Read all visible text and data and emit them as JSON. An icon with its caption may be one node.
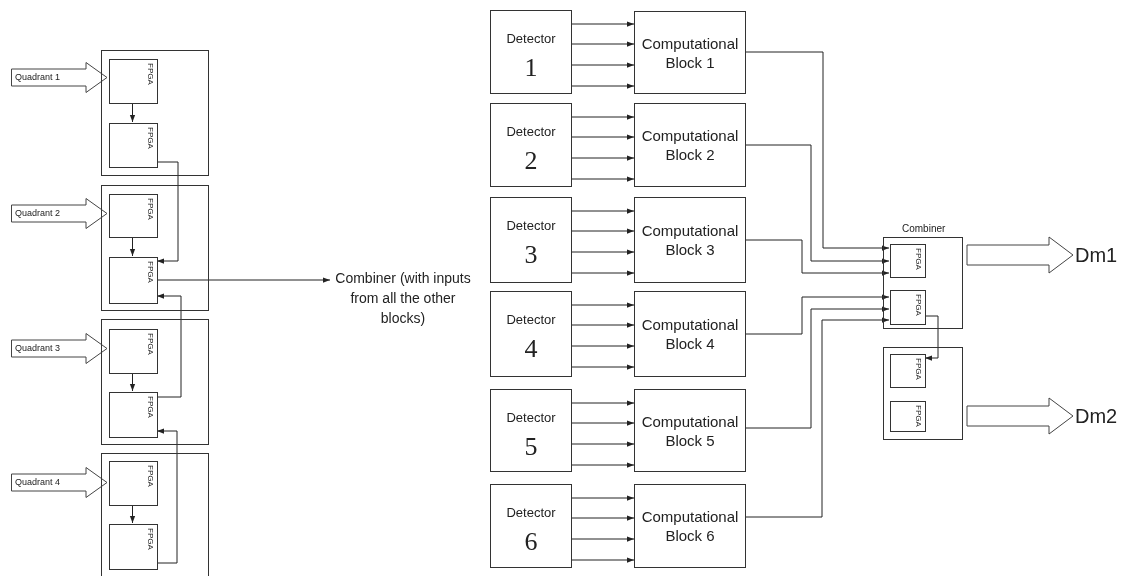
{
  "diagram": {
    "nodes": [
      {
        "text": [
          "Quadrant 1"
        ]
      },
      {
        "text": [],
        "shape": "box"
      },
      {
        "text": [
          "FPGA"
        ],
        "in": 1
      },
      {
        "text": [
          "FPGA"
        ],
        "in": 1
      },
      {
        "text": [
          "Quadrant 2"
        ]
      },
      {
        "text": [],
        "shape": "box"
      },
      {
        "text": [
          "FPGA"
        ],
        "in": 5
      },
      {
        "text": [
          "FPGA"
        ],
        "in": 5
      },
      {
        "text": [
          "Quadrant 3"
        ]
      },
      {
        "text": [],
        "shape": "box"
      },
      {
        "text": [
          "FPGA"
        ],
        "in": 9
      },
      {
        "text": [
          "FPGA"
        ],
        "in": 9
      },
      {
        "text": [
          "Quadrant 4"
        ]
      },
      {
        "text": [],
        "shape": "box"
      },
      {
        "text": [
          "FPGA"
        ],
        "in": 13
      },
      {
        "text": [
          "FPGA"
        ],
        "in": 13
      },
      {
        "text": [
          "Combiner (with inputs from all the other blocks)"
        ]
      },
      {
        "text": [
          "Detector",
          "1"
        ]
      },
      {
        "text": [
          "Computational Block 1"
        ]
      },
      {
        "text": [
          "Detector",
          "2"
        ]
      },
      {
        "text": [
          "Computational Block 2"
        ]
      },
      {
        "text": [
          "Detector",
          "3"
        ]
      },
      {
        "text": [
          "Computational Block 3"
        ]
      },
      {
        "text": [
          "Detector",
          "4"
        ]
      },
      {
        "text": [
          "Computational Block 4"
        ]
      },
      {
        "text": [
          "Detector",
          "5"
        ]
      },
      {
        "text": [
          "Computational Block 5"
        ]
      },
      {
        "text": [
          "Detector",
          "6"
        ]
      },
      {
        "text": [
          "Computational Block 6"
        ]
      },
      {
        "text": [
          "Combiner"
        ]
      },
      {
        "text": [
          "FPGA"
        ],
        "in": 29
      },
      {
        "text": [
          "FPGA"
        ],
        "in": 29
      },
      {
        "text": [],
        "shape": "box"
      },
      {
        "text": [
          "FPGA"
        ],
        "in": 32
      },
      {
        "text": [
          "FPGA"
        ],
        "in": 32
      },
      {
        "text": [
          "Dm1"
        ]
      },
      {
        "text": [
          "Dm2"
        ]
      }
    ],
    "edges": [
      {
        "from": 2,
        "to": 3,
        "arrow": "to"
      },
      {
        "from": 6,
        "to": 7,
        "arrow": "to"
      },
      {
        "from": 10,
        "to": 11,
        "arrow": "to"
      },
      {
        "from": 14,
        "to": 15,
        "arrow": "to"
      },
      {
        "from": 3,
        "to": 7,
        "arrow": "to"
      },
      {
        "from": 11,
        "to": 7,
        "arrow": "to"
      },
      {
        "from": 15,
        "to": 11,
        "arrow": "to"
      },
      {
        "from": 7,
        "to": 16,
        "arrow": "to"
      },
      {
        "from": 17,
        "to": 18,
        "arrow": "to"
      },
      {
        "from": 17,
        "to": 18,
        "arrow": "to"
      },
      {
        "from": 17,
        "to": 18,
        "arrow": "to"
      },
      {
        "from": 17,
        "to": 18,
        "arrow": "to"
      },
      {
        "from": 19,
        "to": 20,
        "arrow": "to"
      },
      {
        "from": 19,
        "to": 20,
        "arrow": "to"
      },
      {
        "from": 19,
        "to": 20,
        "arrow": "to"
      },
      {
        "from": 19,
        "to": 20,
        "arrow": "to"
      },
      {
        "from": 21,
        "to": 22,
        "arrow": "to"
      },
      {
        "from": 21,
        "to": 22,
        "arrow": "to"
      },
      {
        "from": 21,
        "to": 22,
        "arrow": "to"
      },
      {
        "from": 21,
        "to": 22,
        "arrow": "to"
      },
      {
        "from": 23,
        "to": 24,
        "arrow": "to"
      },
      {
        "from": 23,
        "to": 24,
        "arrow": "to"
      },
      {
        "from": 23,
        "to": 24,
        "arrow": "to"
      },
      {
        "from": 23,
        "to": 24,
        "arrow": "to"
      },
      {
        "from": 25,
        "to": 26,
        "arrow": "to"
      },
      {
        "from": 25,
        "to": 26,
        "arrow": "to"
      },
      {
        "from": 25,
        "to": 26,
        "arrow": "to"
      },
      {
        "from": 25,
        "to": 26,
        "arrow": "to"
      },
      {
        "from": 27,
        "to": 28,
        "arrow": "to"
      },
      {
        "from": 27,
        "to": 28,
        "arrow": "to"
      },
      {
        "from": 27,
        "to": 28,
        "arrow": "to"
      },
      {
        "from": 27,
        "to": 28,
        "arrow": "to"
      },
      {
        "from": 18,
        "to": 30,
        "arrow": "to"
      },
      {
        "from": 20,
        "to": 30,
        "arrow": "to"
      },
      {
        "from": 22,
        "to": 30,
        "arrow": "to"
      },
      {
        "from": 24,
        "to": 31,
        "arrow": "to"
      },
      {
        "from": 26,
        "to": 31,
        "arrow": "to"
      },
      {
        "from": 28,
        "to": 31,
        "arrow": "to"
      },
      {
        "from": 31,
        "to": 33,
        "arrow": "to"
      },
      {
        "from": 29,
        "to": 35,
        "arrow": "to",
        "style": "thick"
      },
      {
        "from": 32,
        "to": 36,
        "arrow": "to",
        "style": "thick"
      }
    ]
  }
}
